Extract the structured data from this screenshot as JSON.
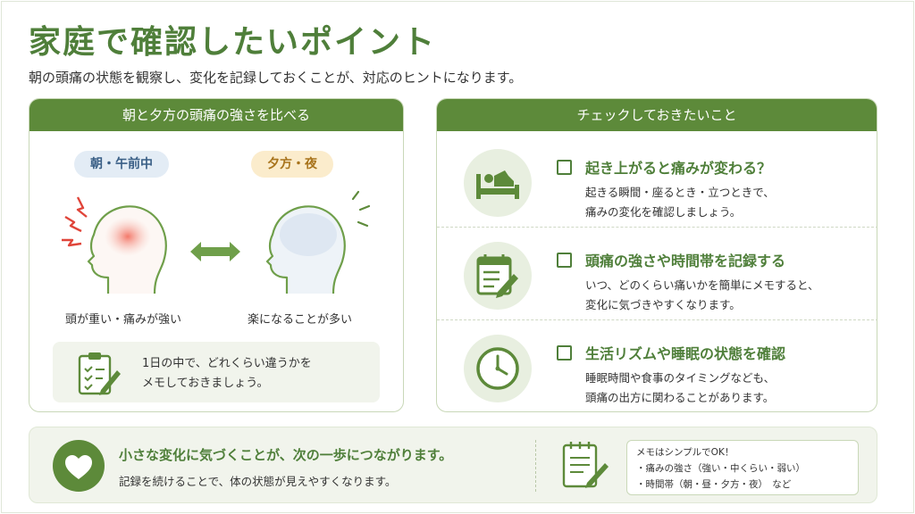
{
  "title": "家庭で確認したいポイント",
  "subtitle": "朝の頭痛の状態を観察し、変化を記録しておくことが、対応のヒントになります。",
  "left_panel": {
    "header": "朝と夕方の頭痛の強さを比べる",
    "morning_label": "朝・午前中",
    "evening_label": "夕方・夜",
    "morning_caption": "頭が重い・痛みが強い",
    "evening_caption": "楽になることが多い",
    "memo_line1": "1日の中で、どれくらい違うかを",
    "memo_line2": "メモしておきましょう。"
  },
  "right_panel": {
    "header": "チェックしておきたいこと",
    "items": [
      {
        "icon": "bed-icon",
        "title": "起き上がると痛みが変わる？",
        "desc1": "起きる瞬間・座るとき・立つときで、",
        "desc2": "痛みの変化を確認しましょう。"
      },
      {
        "icon": "calendar-icon",
        "title": "頭痛の強さや時間帯を記録する",
        "desc1": "いつ、どのくらい痛いかを簡単にメモすると、",
        "desc2": "変化に気づきやすくなります。"
      },
      {
        "icon": "clock-icon",
        "title": "生活リズムや睡眠の状態を確認",
        "desc1": "睡眠時間や食事のタイミングなども、",
        "desc2": "頭痛の出方に関わることがあります。"
      }
    ]
  },
  "bottom": {
    "main": "小さな変化に気づくことが、次の一歩につながります。",
    "sub": "記録を続けることで、体の状態が見えやすくなります。",
    "tip_title": "メモはシンプルでOK！",
    "tip_line1": "・痛みの強さ（強い・中くらい・弱い）",
    "tip_line2": "・時間帯（朝・昼・夕方・夜）　など"
  },
  "colors": {
    "accent": "#5d8a3a",
    "text_green": "#4f7f3a",
    "pain_red": "#e0453a",
    "panel_bg": "#f1f4ec"
  }
}
